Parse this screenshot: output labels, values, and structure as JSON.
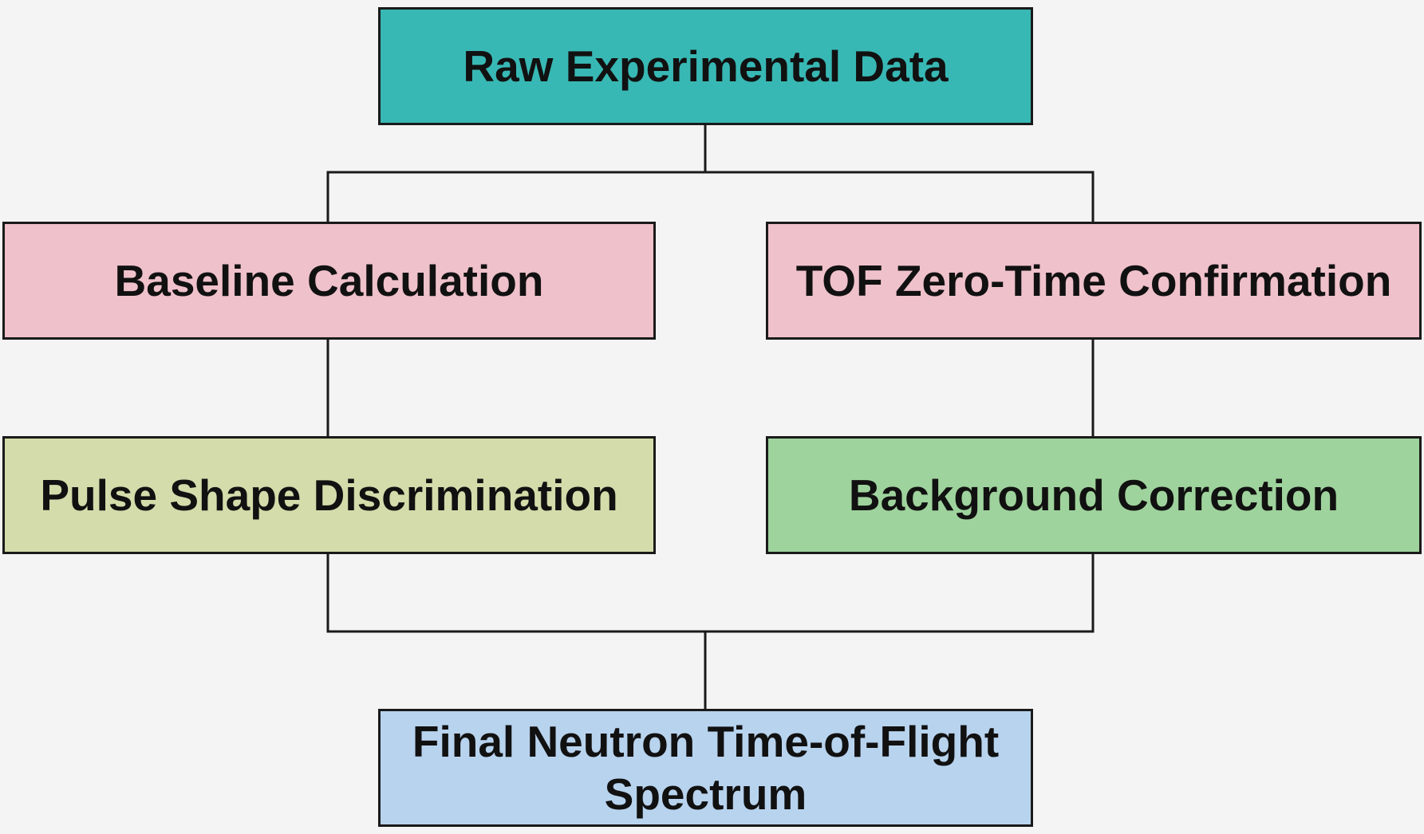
{
  "diagram": {
    "nodes": {
      "raw_data": {
        "label": "Raw Experimental Data",
        "color": "#38b8b4"
      },
      "baseline": {
        "label": "Baseline Calculation",
        "color": "#efc1cb"
      },
      "tof_zero": {
        "label": "TOF Zero-Time Confirmation",
        "color": "#efc1cb"
      },
      "psd": {
        "label": "Pulse Shape Discrimination",
        "color": "#d3dcaa"
      },
      "background": {
        "label": "Background Correction",
        "color": "#9fd39d"
      },
      "final": {
        "label": "Final Neutron Time-of-Flight Spectrum",
        "color": "#b8d3ee"
      }
    },
    "edges": [
      {
        "from": "raw_data",
        "to": "baseline"
      },
      {
        "from": "raw_data",
        "to": "tof_zero"
      },
      {
        "from": "baseline",
        "to": "psd"
      },
      {
        "from": "tof_zero",
        "to": "background"
      },
      {
        "from": "psd",
        "to": "final"
      },
      {
        "from": "background",
        "to": "final"
      }
    ],
    "line_color": "#1a1a1a"
  }
}
